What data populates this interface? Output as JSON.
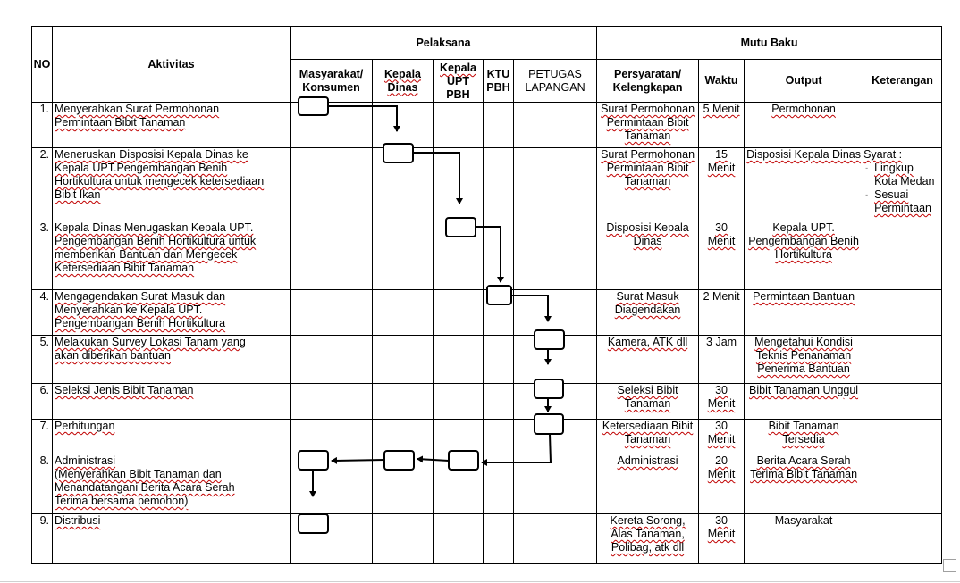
{
  "headers": {
    "no": "NO",
    "aktivitas": "Aktivitas",
    "pelaksana": "Pelaksana",
    "mutu_baku": "Mutu Baku",
    "masyarakat_1": "Masyarakat/",
    "masyarakat_2": "Konsumen",
    "kepala_dinas_1": "Kepala",
    "kepala_dinas_2": "Dinas",
    "kepala_upt_1": "Kepala",
    "kepala_upt_2": "UPT",
    "kepala_upt_3": "PBH",
    "ktu_1": "KTU",
    "ktu_2": "PBH",
    "petugas_1": "PETUGAS",
    "petugas_2": "LAPANGAN",
    "persyaratan_1": "Persyaratan/",
    "persyaratan_2": "Kelengkapan",
    "waktu": "Waktu",
    "output": "Output",
    "keterangan": "Keterangan"
  },
  "rows": [
    {
      "no": "1.",
      "aktivitas": [
        "Menyerahkan Surat Permohonan",
        "Permintaan Bibit Tanaman"
      ],
      "persyaratan": [
        "Surat Permohonan",
        "Permintaan Bibit",
        "Tanaman"
      ],
      "waktu": [
        "5 Menit"
      ],
      "output": [
        "Permohonan"
      ],
      "keterangan": {
        "title": "",
        "items": []
      }
    },
    {
      "no": "2.",
      "aktivitas": [
        "Meneruskan Disposisi Kepala Dinas ke",
        "Kepala UPT.Pengembangan Benih",
        "Hortikultura untuk mengecek ketersediaan",
        "Bibit Ikan"
      ],
      "persyaratan": [
        "Surat Permohonan",
        "Permintaan Bibit",
        "Tanaman"
      ],
      "waktu": [
        "15",
        "Menit"
      ],
      "output": [
        "Disposisi Kepala Dinas"
      ],
      "keterangan": {
        "title": "Syarat :",
        "items": [
          [
            "Lingkup",
            "Kota Medan"
          ],
          [
            "Sesuai",
            "Permintaan"
          ]
        ]
      }
    },
    {
      "no": "3.",
      "aktivitas": [
        "Kepala Dinas Menugaskan Kepala UPT.",
        "Pengembangan Benih Hortikultura untuk",
        "memberikan Bantuan dan Mengecek",
        "Ketersediaan Bibit Tanaman"
      ],
      "persyaratan": [
        "Disposisi Kepala",
        "Dinas"
      ],
      "waktu": [
        "30",
        "Menit"
      ],
      "output": [
        "Kepala UPT.",
        "Pengembangan Benih",
        "Hortikultura"
      ],
      "keterangan": {
        "title": "",
        "items": []
      }
    },
    {
      "no": "4.",
      "aktivitas": [
        "Mengagendakan Surat Masuk dan",
        "Menyerahkan ke Kepala UPT.",
        "Pengembangan Benih Hortikultura"
      ],
      "persyaratan": [
        "Surat Masuk",
        "Diagendakan"
      ],
      "waktu": [
        "2 Menit"
      ],
      "output": [
        "Permintaan Bantuan"
      ],
      "keterangan": {
        "title": "",
        "items": []
      }
    },
    {
      "no": "5.",
      "aktivitas": [
        "Melakukan Survey Lokasi Tanam yang",
        "akan diberikan bantuan"
      ],
      "persyaratan": [
        "Kamera, ATK dll"
      ],
      "waktu": [
        "3 Jam"
      ],
      "output": [
        "Mengetahui Kondisi",
        "Teknis Penanaman",
        "Penerima Bantuan"
      ],
      "keterangan": {
        "title": "",
        "items": []
      }
    },
    {
      "no": "6.",
      "aktivitas": [
        "Seleksi  Jenis Bibit Tanaman"
      ],
      "persyaratan": [
        "Seleksi Bibit",
        "Tanaman"
      ],
      "waktu": [
        "30",
        "Menit"
      ],
      "output": [
        "Bibit Tanaman  Unggul"
      ],
      "keterangan": {
        "title": "",
        "items": []
      }
    },
    {
      "no": "7.",
      "aktivitas": [
        "Perhitungan"
      ],
      "persyaratan": [
        "Ketersediaan Bibit",
        "Tanaman"
      ],
      "waktu": [
        "30",
        "Menit"
      ],
      "output": [
        "Bibit Tanaman",
        "Tersedia"
      ],
      "keterangan": {
        "title": "",
        "items": []
      }
    },
    {
      "no": "8.",
      "aktivitas": [
        "Administrasi",
        "(Menyerahkan Bibit Tanaman dan",
        "Menandatangani Berita Acara Serah",
        "Terima bersama pemohon)"
      ],
      "persyaratan": [
        "Administrasi"
      ],
      "waktu": [
        "20",
        "Menit"
      ],
      "output": [
        "Berita Acara Serah",
        "Terima Bibit Tanaman"
      ],
      "keterangan": {
        "title": "",
        "items": []
      }
    },
    {
      "no": "9.",
      "aktivitas": [
        "Distribusi"
      ],
      "persyaratan": [
        "Kereta Sorong,",
        "Alas Tanaman,",
        "Polibag, atk dll"
      ],
      "waktu": [
        "30",
        "Menit"
      ],
      "output": [
        "Masyarakat"
      ],
      "keterangan": {
        "title": "",
        "items": []
      }
    }
  ]
}
